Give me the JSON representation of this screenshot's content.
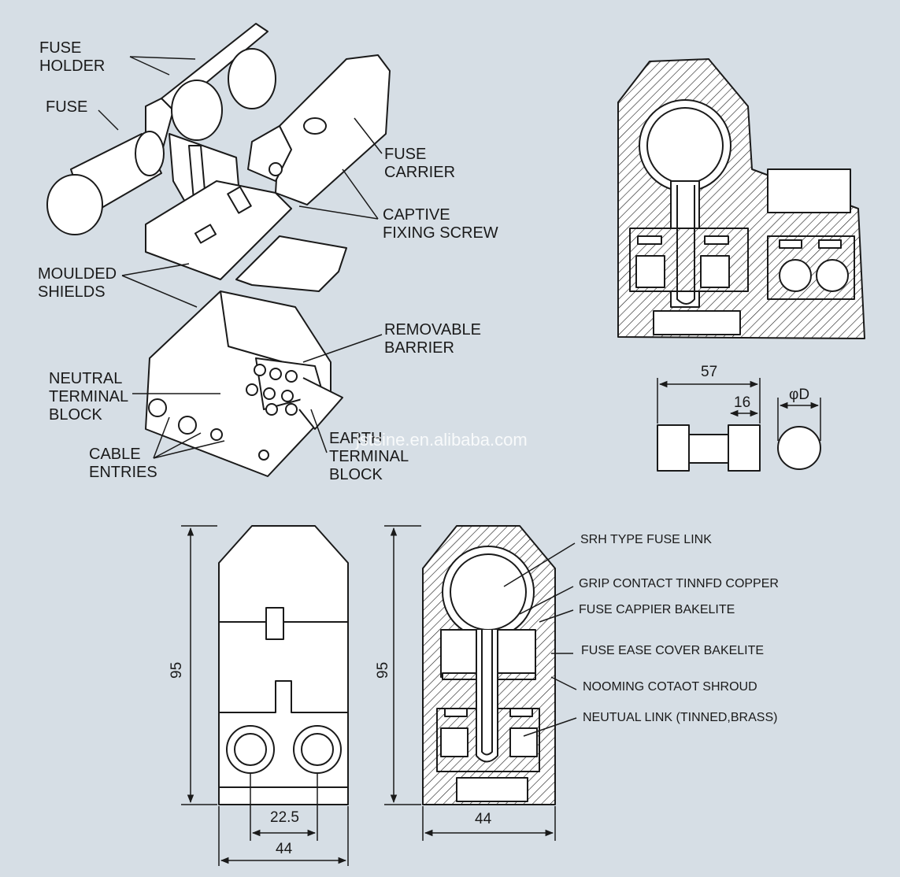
{
  "exploded_view": {
    "labels": {
      "fuse_holder": "FUSE\nHOLDER",
      "fuse": "FUSE",
      "fuse_carrier": "FUSE\nCARRIER",
      "captive_fixing_screw": "CAPTIVE\nFIXING SCREW",
      "moulded_shields": "MOULDED\nSHIELDS",
      "removable_barrier": "REMOVABLE\nBARRIER",
      "neutral_terminal_block": "NEUTRAL\nTERMINAL\nBLOCK",
      "cable_entries": "CABLE\nENTRIES",
      "earth_terminal_block": "EARTH\nTERMINAL\nBLOCK"
    }
  },
  "fuse_link_dims": {
    "length": "57",
    "cap": "16",
    "diameter": "φD"
  },
  "front_view_dims": {
    "height": "95",
    "hole_spacing": "22.5",
    "width": "44"
  },
  "section_view": {
    "height": "95",
    "width": "44",
    "callouts": [
      "SRH TYPE FUSE LINK",
      "GRIP CONTACT TINNFD COPPER",
      "FUSE CAPPIER BAKELITE",
      "FUSE EASE COVER BAKELITE",
      "NOOMING COTAOT SHROUD",
      "NEUTUAL LINK (TINNED,BRASS)"
    ]
  },
  "watermark": "jstsine.en.alibaba.com",
  "colors": {
    "background": "#d6dee5",
    "line": "#1a1a1a",
    "fill": "#ffffff"
  }
}
